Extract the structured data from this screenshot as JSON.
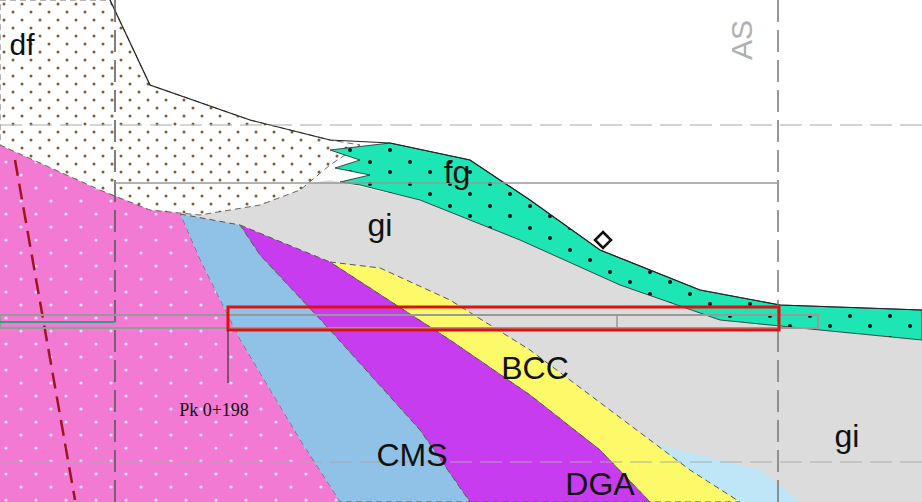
{
  "diagram": {
    "labels": [
      "df",
      "fg",
      "gi",
      "BCC",
      "CMS",
      "DGA",
      "gi",
      "Pk 0+198",
      "AS"
    ]
  }
}
